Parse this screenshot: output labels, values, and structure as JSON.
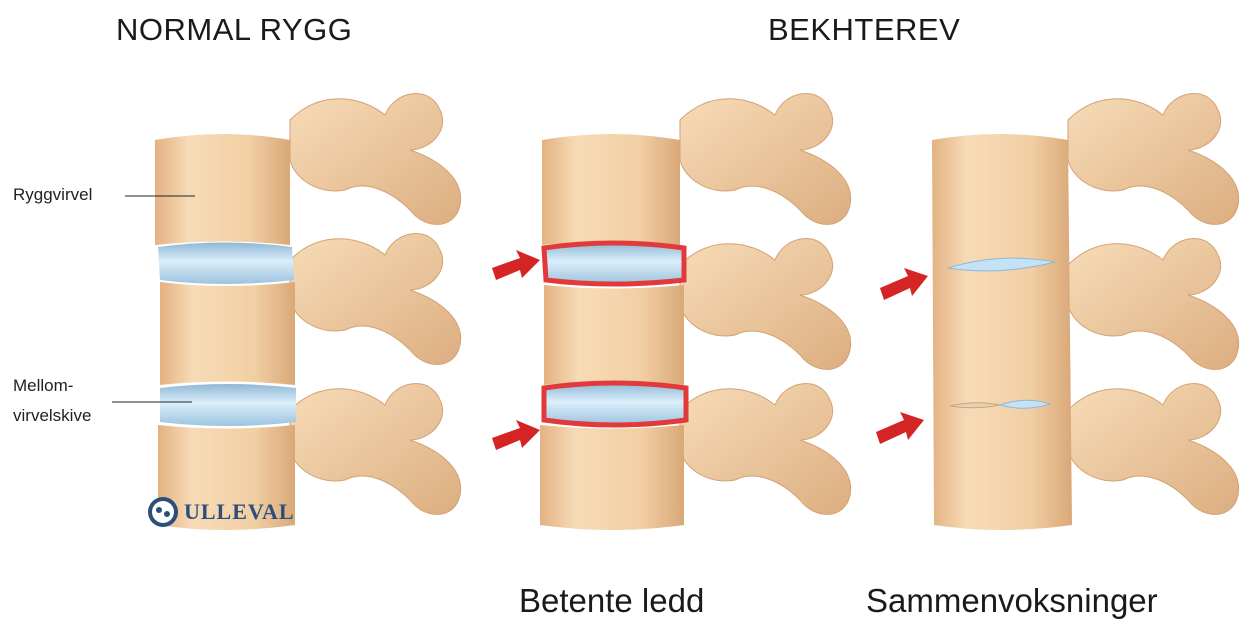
{
  "titles": {
    "normal": "NORMAL RYGG",
    "bekhterev": "BEKHTEREV"
  },
  "labels": {
    "vertebra": "Ryggvirvel",
    "disc_line1": "Mellom-",
    "disc_line2": "virvelskive"
  },
  "captions": {
    "inflamed": "Betente ledd",
    "fused": "Sammenvoksninger"
  },
  "logo": {
    "text": "ULLEVAL"
  },
  "colors": {
    "bone": "#f2cfa4",
    "bone_shade": "#d9a878",
    "disc": "#b9d8ec",
    "inflamed": "#e23a3a",
    "arrow": "#d42424",
    "logo": "#2a4f7a"
  }
}
